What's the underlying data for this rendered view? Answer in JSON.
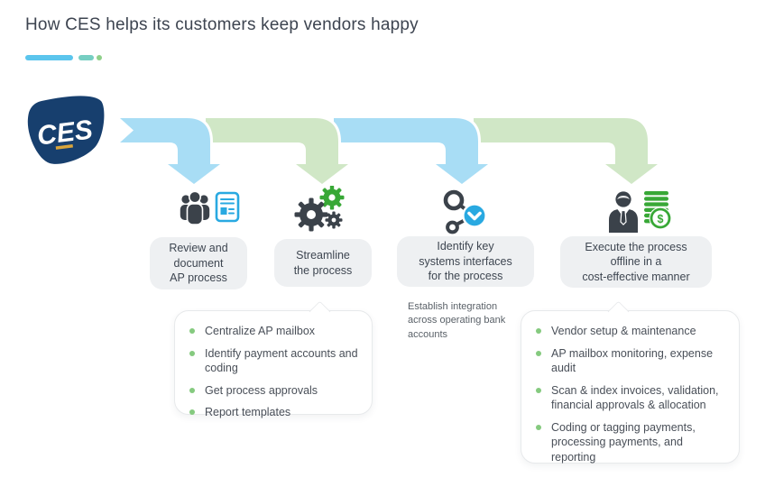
{
  "title": "How CES helps its customers keep vendors happy",
  "logo": {
    "text": "CES"
  },
  "steps": [
    {
      "icon": "team-document-icon",
      "arrow_color": "#a8ddf5",
      "label_lines": [
        "Review and",
        "document",
        "AP process"
      ]
    },
    {
      "icon": "gears-icon",
      "arrow_color": "#d0e7c6",
      "label_lines": [
        "Streamline",
        "the process"
      ]
    },
    {
      "icon": "network-check-icon",
      "arrow_color": "#a8ddf5",
      "label_lines": [
        "Identify key",
        "systems interfaces",
        "for the process"
      ],
      "note": "Establish integration across operating bank accounts"
    },
    {
      "icon": "person-coins-icon",
      "arrow_color": "#d0e7c6",
      "label_lines": [
        "Execute the process",
        "offline in a",
        "cost-effective manner"
      ]
    }
  ],
  "callouts": [
    {
      "items": [
        "Centralize AP mailbox",
        "Identify payment accounts and coding",
        "Get process approvals",
        "Report templates"
      ]
    },
    {
      "items": [
        "Vendor setup & maintenance",
        "AP mailbox monitoring, expense audit",
        "Scan & index invoices, validation, financial approvals & allocation",
        "Coding or tagging payments, processing payments, and reporting"
      ]
    }
  ],
  "colors": {
    "arrow_blue": "#a8ddf5",
    "arrow_green": "#d0e7c6",
    "icon_dark": "#3b424a",
    "icon_green": "#38a836",
    "icon_blue": "#29a9e1",
    "logo_navy": "#173f6e",
    "logo_gold": "#d9a53c",
    "bullet_green": "#85ca7f",
    "underline_blue": "#5bc5ed",
    "underline_teal": "#76cec2",
    "underline_dot_green": "#8fd08a",
    "label_box_gray": "#eef0f2",
    "text_dark": "#3e4651"
  }
}
